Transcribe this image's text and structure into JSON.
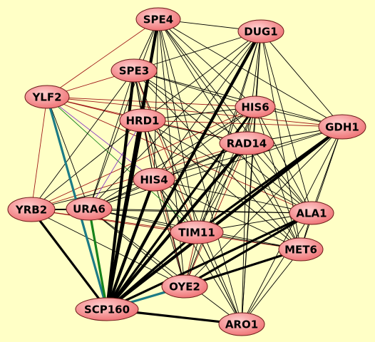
{
  "colors": {
    "background": "#ffffc6",
    "node_fill_light": "#ffd0d0",
    "node_fill_dark": "#ee6e70",
    "node_stroke": "#6a1818",
    "edge_default": "#000000",
    "edge_red": "#a01818",
    "edge_purple": "#8b3fc4",
    "edge_green": "#17831c",
    "edge_teal": "#1c7b86"
  },
  "nodes": [
    {
      "id": "SPE4",
      "label": "SPE4"
    },
    {
      "id": "DUG1",
      "label": "DUG1"
    },
    {
      "id": "SPE3",
      "label": "SPE3"
    },
    {
      "id": "YLF2",
      "label": "YLF2"
    },
    {
      "id": "HIS6",
      "label": "HIS6"
    },
    {
      "id": "HRD1",
      "label": "HRD1"
    },
    {
      "id": "GDH1",
      "label": "GDH1"
    },
    {
      "id": "RAD14",
      "label": "RAD14"
    },
    {
      "id": "HIS4",
      "label": "HIS4"
    },
    {
      "id": "YRB2",
      "label": "YRB2"
    },
    {
      "id": "URA6",
      "label": "URA6"
    },
    {
      "id": "ALA1",
      "label": "ALA1"
    },
    {
      "id": "TIM11",
      "label": "TIM11"
    },
    {
      "id": "MET6",
      "label": "MET6"
    },
    {
      "id": "OYE2",
      "label": "OYE2"
    },
    {
      "id": "SCP160",
      "label": "SCP160"
    },
    {
      "id": "ARO1",
      "label": "ARO1"
    }
  ],
  "edges": [
    {
      "source": "SCP160",
      "target": "YRB2",
      "weight": 3,
      "color": "edge_default"
    },
    {
      "source": "SCP160",
      "target": "YLF2",
      "weight": 3,
      "color": "edge_teal"
    },
    {
      "source": "SCP160",
      "target": "URA6",
      "weight": 3,
      "color": "edge_green"
    },
    {
      "source": "SCP160",
      "target": "SPE4",
      "weight": 4,
      "color": "edge_default"
    },
    {
      "source": "SCP160",
      "target": "SPE3",
      "weight": 4,
      "color": "edge_default"
    },
    {
      "source": "SCP160",
      "target": "HRD1",
      "weight": 4,
      "color": "edge_default"
    },
    {
      "source": "SCP160",
      "target": "HIS4",
      "weight": 4,
      "color": "edge_default"
    },
    {
      "source": "SCP160",
      "target": "DUG1",
      "weight": 4,
      "color": "edge_default"
    },
    {
      "source": "SCP160",
      "target": "HIS6",
      "weight": 3,
      "color": "edge_default"
    },
    {
      "source": "SCP160",
      "target": "RAD14",
      "weight": 4,
      "color": "edge_default"
    },
    {
      "source": "SCP160",
      "target": "GDH1",
      "weight": 4,
      "color": "edge_default"
    },
    {
      "source": "SCP160",
      "target": "TIM11",
      "weight": 3,
      "color": "edge_default"
    },
    {
      "source": "SCP160",
      "target": "ALA1",
      "weight": 3,
      "color": "edge_default"
    },
    {
      "source": "SCP160",
      "target": "OYE2",
      "weight": 3,
      "color": "edge_teal"
    },
    {
      "source": "SCP160",
      "target": "ARO1",
      "weight": 3,
      "color": "edge_default"
    },
    {
      "source": "SCP160",
      "target": "MET6",
      "weight": 1,
      "color": "edge_default"
    },
    {
      "source": "OYE2",
      "target": "MET6",
      "weight": 3,
      "color": "edge_default"
    },
    {
      "source": "OYE2",
      "target": "ALA1",
      "weight": 3,
      "color": "edge_default"
    },
    {
      "source": "OYE2",
      "target": "DUG1",
      "weight": 1,
      "color": "edge_default"
    },
    {
      "source": "OYE2",
      "target": "SPE4",
      "weight": 1,
      "color": "edge_default"
    },
    {
      "source": "OYE2",
      "target": "HIS6",
      "weight": 1,
      "color": "edge_default"
    },
    {
      "source": "OYE2",
      "target": "GDH1",
      "weight": 1,
      "color": "edge_default"
    },
    {
      "source": "OYE2",
      "target": "RAD14",
      "weight": 1,
      "color": "edge_red"
    },
    {
      "source": "OYE2",
      "target": "HRD1",
      "weight": 1,
      "color": "edge_red"
    },
    {
      "source": "OYE2",
      "target": "HIS4",
      "weight": 1,
      "color": "edge_default"
    },
    {
      "source": "OYE2",
      "target": "URA6",
      "weight": 1,
      "color": "edge_default"
    },
    {
      "source": "OYE2",
      "target": "TIM11",
      "weight": 1,
      "color": "edge_red"
    },
    {
      "source": "OYE2",
      "target": "SPE3",
      "weight": 1,
      "color": "edge_default"
    },
    {
      "source": "ARO1",
      "target": "SPE4",
      "weight": 1,
      "color": "edge_default"
    },
    {
      "source": "ARO1",
      "target": "DUG1",
      "weight": 1,
      "color": "edge_default"
    },
    {
      "source": "ARO1",
      "target": "HIS6",
      "weight": 1,
      "color": "edge_default"
    },
    {
      "source": "ARO1",
      "target": "GDH1",
      "weight": 1,
      "color": "edge_default"
    },
    {
      "source": "ARO1",
      "target": "RAD14",
      "weight": 1,
      "color": "edge_default"
    },
    {
      "source": "ARO1",
      "target": "HRD1",
      "weight": 1,
      "color": "edge_default"
    },
    {
      "source": "ARO1",
      "target": "HIS4",
      "weight": 1,
      "color": "edge_default"
    },
    {
      "source": "ARO1",
      "target": "TIM11",
      "weight": 1,
      "color": "edge_default"
    },
    {
      "source": "ARO1",
      "target": "ALA1",
      "weight": 1,
      "color": "edge_default"
    },
    {
      "source": "ARO1",
      "target": "MET6",
      "weight": 1,
      "color": "edge_default"
    },
    {
      "source": "ARO1",
      "target": "URA6",
      "weight": 1,
      "color": "edge_default"
    },
    {
      "source": "ARO1",
      "target": "SPE3",
      "weight": 1,
      "color": "edge_default"
    },
    {
      "source": "YLF2",
      "target": "SPE4",
      "weight": 1,
      "color": "edge_red"
    },
    {
      "source": "YLF2",
      "target": "SPE3",
      "weight": 1,
      "color": "edge_red"
    },
    {
      "source": "YLF2",
      "target": "HRD1",
      "weight": 1,
      "color": "edge_red"
    },
    {
      "source": "YLF2",
      "target": "HIS6",
      "weight": 1,
      "color": "edge_red"
    },
    {
      "source": "YLF2",
      "target": "GDH1",
      "weight": 1,
      "color": "edge_red"
    },
    {
      "source": "YLF2",
      "target": "RAD14",
      "weight": 1,
      "color": "edge_red"
    },
    {
      "source": "YLF2",
      "target": "HIS4",
      "weight": 1,
      "color": "edge_purple"
    },
    {
      "source": "YLF2",
      "target": "YRB2",
      "weight": 1,
      "color": "edge_red"
    },
    {
      "source": "YLF2",
      "target": "URA6",
      "weight": 1,
      "color": "edge_default"
    },
    {
      "source": "YLF2",
      "target": "TIM11",
      "weight": 1,
      "color": "edge_green"
    },
    {
      "source": "YLF2",
      "target": "ALA1",
      "weight": 1,
      "color": "edge_red"
    },
    {
      "source": "YRB2",
      "target": "SPE3",
      "weight": 1,
      "color": "edge_default"
    },
    {
      "source": "YRB2",
      "target": "HRD1",
      "weight": 1,
      "color": "edge_default"
    },
    {
      "source": "YRB2",
      "target": "HIS6",
      "weight": 1,
      "color": "edge_red"
    },
    {
      "source": "YRB2",
      "target": "RAD14",
      "weight": 1,
      "color": "edge_red"
    },
    {
      "source": "YRB2",
      "target": "HIS4",
      "weight": 1,
      "color": "edge_default"
    },
    {
      "source": "YRB2",
      "target": "URA6",
      "weight": 1,
      "color": "edge_default"
    },
    {
      "source": "YRB2",
      "target": "TIM11",
      "weight": 1,
      "color": "edge_red"
    },
    {
      "source": "YRB2",
      "target": "ALA1",
      "weight": 1,
      "color": "edge_default"
    },
    {
      "source": "YRB2",
      "target": "MET6",
      "weight": 1,
      "color": "edge_red"
    },
    {
      "source": "YRB2",
      "target": "OYE2",
      "weight": 1,
      "color": "edge_default"
    },
    {
      "source": "SPE4",
      "target": "DUG1",
      "weight": 1,
      "color": "edge_default"
    },
    {
      "source": "SPE4",
      "target": "SPE3",
      "weight": 1,
      "color": "edge_default"
    },
    {
      "source": "SPE4",
      "target": "HIS6",
      "weight": 1,
      "color": "edge_default"
    },
    {
      "source": "SPE4",
      "target": "HRD1",
      "weight": 1,
      "color": "edge_default"
    },
    {
      "source": "SPE4",
      "target": "GDH1",
      "weight": 1,
      "color": "edge_default"
    },
    {
      "source": "SPE4",
      "target": "RAD14",
      "weight": 1,
      "color": "edge_default"
    },
    {
      "source": "SPE4",
      "target": "HIS4",
      "weight": 1,
      "color": "edge_default"
    },
    {
      "source": "SPE4",
      "target": "TIM11",
      "weight": 1,
      "color": "edge_default"
    },
    {
      "source": "SPE4",
      "target": "ALA1",
      "weight": 1,
      "color": "edge_default"
    },
    {
      "source": "SPE4",
      "target": "MET6",
      "weight": 1,
      "color": "edge_default"
    },
    {
      "source": "SPE4",
      "target": "URA6",
      "weight": 1,
      "color": "edge_default"
    },
    {
      "source": "DUG1",
      "target": "SPE3",
      "weight": 1,
      "color": "edge_default"
    },
    {
      "source": "DUG1",
      "target": "HIS6",
      "weight": 1,
      "color": "edge_default"
    },
    {
      "source": "DUG1",
      "target": "HRD1",
      "weight": 1,
      "color": "edge_default"
    },
    {
      "source": "DUG1",
      "target": "GDH1",
      "weight": 1,
      "color": "edge_default"
    },
    {
      "source": "DUG1",
      "target": "RAD14",
      "weight": 1,
      "color": "edge_default"
    },
    {
      "source": "DUG1",
      "target": "HIS4",
      "weight": 1,
      "color": "edge_default"
    },
    {
      "source": "DUG1",
      "target": "TIM11",
      "weight": 1,
      "color": "edge_default"
    },
    {
      "source": "DUG1",
      "target": "ALA1",
      "weight": 1,
      "color": "edge_default"
    },
    {
      "source": "DUG1",
      "target": "MET6",
      "weight": 1,
      "color": "edge_default"
    },
    {
      "source": "DUG1",
      "target": "URA6",
      "weight": 1,
      "color": "edge_default"
    },
    {
      "source": "SPE3",
      "target": "HIS6",
      "weight": 1,
      "color": "edge_default"
    },
    {
      "source": "SPE3",
      "target": "HRD1",
      "weight": 1,
      "color": "edge_default"
    },
    {
      "source": "SPE3",
      "target": "GDH1",
      "weight": 1,
      "color": "edge_default"
    },
    {
      "source": "SPE3",
      "target": "RAD14",
      "weight": 1,
      "color": "edge_default"
    },
    {
      "source": "SPE3",
      "target": "HIS4",
      "weight": 1,
      "color": "edge_default"
    },
    {
      "source": "SPE3",
      "target": "TIM11",
      "weight": 1,
      "color": "edge_red"
    },
    {
      "source": "SPE3",
      "target": "ALA1",
      "weight": 1,
      "color": "edge_default"
    },
    {
      "source": "SPE3",
      "target": "MET6",
      "weight": 1,
      "color": "edge_default"
    },
    {
      "source": "SPE3",
      "target": "URA6",
      "weight": 1,
      "color": "edge_default"
    },
    {
      "source": "HIS6",
      "target": "HRD1",
      "weight": 1,
      "color": "edge_default"
    },
    {
      "source": "HIS6",
      "target": "GDH1",
      "weight": 1,
      "color": "edge_default"
    },
    {
      "source": "HIS6",
      "target": "RAD14",
      "weight": 1,
      "color": "edge_default"
    },
    {
      "source": "HIS6",
      "target": "HIS4",
      "weight": 1,
      "color": "edge_default"
    },
    {
      "source": "HIS6",
      "target": "TIM11",
      "weight": 1,
      "color": "edge_default"
    },
    {
      "source": "HIS6",
      "target": "ALA1",
      "weight": 1,
      "color": "edge_default"
    },
    {
      "source": "HIS6",
      "target": "MET6",
      "weight": 1,
      "color": "edge_default"
    },
    {
      "source": "HIS6",
      "target": "URA6",
      "weight": 1,
      "color": "edge_default"
    },
    {
      "source": "HRD1",
      "target": "GDH1",
      "weight": 1,
      "color": "edge_red"
    },
    {
      "source": "HRD1",
      "target": "RAD14",
      "weight": 1,
      "color": "edge_default"
    },
    {
      "source": "HRD1",
      "target": "HIS4",
      "weight": 1,
      "color": "edge_default"
    },
    {
      "source": "HRD1",
      "target": "TIM11",
      "weight": 1,
      "color": "edge_default"
    },
    {
      "source": "HRD1",
      "target": "ALA1",
      "weight": 1,
      "color": "edge_default"
    },
    {
      "source": "HRD1",
      "target": "MET6",
      "weight": 1,
      "color": "edge_default"
    },
    {
      "source": "HRD1",
      "target": "URA6",
      "weight": 1,
      "color": "edge_purple"
    },
    {
      "source": "GDH1",
      "target": "RAD14",
      "weight": 1,
      "color": "edge_default"
    },
    {
      "source": "GDH1",
      "target": "HIS4",
      "weight": 1,
      "color": "edge_default"
    },
    {
      "source": "GDH1",
      "target": "TIM11",
      "weight": 3,
      "color": "edge_default"
    },
    {
      "source": "GDH1",
      "target": "ALA1",
      "weight": 1,
      "color": "edge_default"
    },
    {
      "source": "GDH1",
      "target": "MET6",
      "weight": 1,
      "color": "edge_default"
    },
    {
      "source": "GDH1",
      "target": "URA6",
      "weight": 1,
      "color": "edge_default"
    },
    {
      "source": "RAD14",
      "target": "HIS4",
      "weight": 1,
      "color": "edge_default"
    },
    {
      "source": "RAD14",
      "target": "TIM11",
      "weight": 1,
      "color": "edge_default"
    },
    {
      "source": "RAD14",
      "target": "ALA1",
      "weight": 1,
      "color": "edge_default"
    },
    {
      "source": "RAD14",
      "target": "MET6",
      "weight": 1,
      "color": "edge_default"
    },
    {
      "source": "RAD14",
      "target": "URA6",
      "weight": 1,
      "color": "edge_default"
    },
    {
      "source": "HIS4",
      "target": "TIM11",
      "weight": 1,
      "color": "edge_default"
    },
    {
      "source": "HIS4",
      "target": "ALA1",
      "weight": 1,
      "color": "edge_default"
    },
    {
      "source": "HIS4",
      "target": "MET6",
      "weight": 1,
      "color": "edge_default"
    },
    {
      "source": "HIS4",
      "target": "URA6",
      "weight": 1,
      "color": "edge_default"
    },
    {
      "source": "URA6",
      "target": "TIM11",
      "weight": 1,
      "color": "edge_default"
    },
    {
      "source": "URA6",
      "target": "ALA1",
      "weight": 1,
      "color": "edge_default"
    },
    {
      "source": "URA6",
      "target": "MET6",
      "weight": 1,
      "color": "edge_default"
    },
    {
      "source": "TIM11",
      "target": "ALA1",
      "weight": 1,
      "color": "edge_default"
    },
    {
      "source": "TIM11",
      "target": "MET6",
      "weight": 1,
      "color": "edge_default"
    },
    {
      "source": "ALA1",
      "target": "MET6",
      "weight": 1,
      "color": "edge_default"
    }
  ]
}
